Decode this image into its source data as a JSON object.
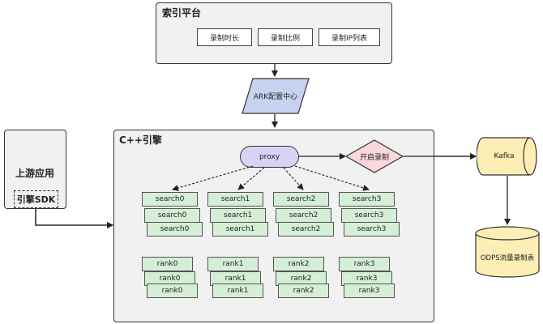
{
  "index_platform": {
    "title": "索引平台",
    "buttons": [
      "录制时长",
      "录制比例",
      "录制IP列表"
    ]
  },
  "ark_config": {
    "label": "ARK配置中心"
  },
  "upstream_app": {
    "title": "上游应用",
    "sdk_label": "引擎SDK"
  },
  "cpp_engine": {
    "title": "C++引擎",
    "proxy_label": "proxy",
    "enable_record_label": "开启录制",
    "search_groups": [
      [
        "search0",
        "search0",
        "search0"
      ],
      [
        "search1",
        "search1",
        "search1"
      ],
      [
        "search2",
        "search2",
        "search2"
      ],
      [
        "search3",
        "search3",
        "search3"
      ]
    ],
    "rank_groups": [
      [
        "rank0",
        "rank0",
        "rank0"
      ],
      [
        "rank1",
        "rank1",
        "rank1"
      ],
      [
        "rank2",
        "rank2",
        "rank2"
      ],
      [
        "rank3",
        "rank3",
        "rank3"
      ]
    ]
  },
  "kafka": {
    "label": "Kafka"
  },
  "odps": {
    "label": "ODPS流量录制表"
  },
  "colors": {
    "panel_bg": "#f1f1f1",
    "node_green": "#d5efd6",
    "proxy_purple": "#d7d3f5",
    "ark_blue": "#c6d2ee",
    "record_pink": "#f9d7dc",
    "store_yellow": "#fdeeb6"
  }
}
